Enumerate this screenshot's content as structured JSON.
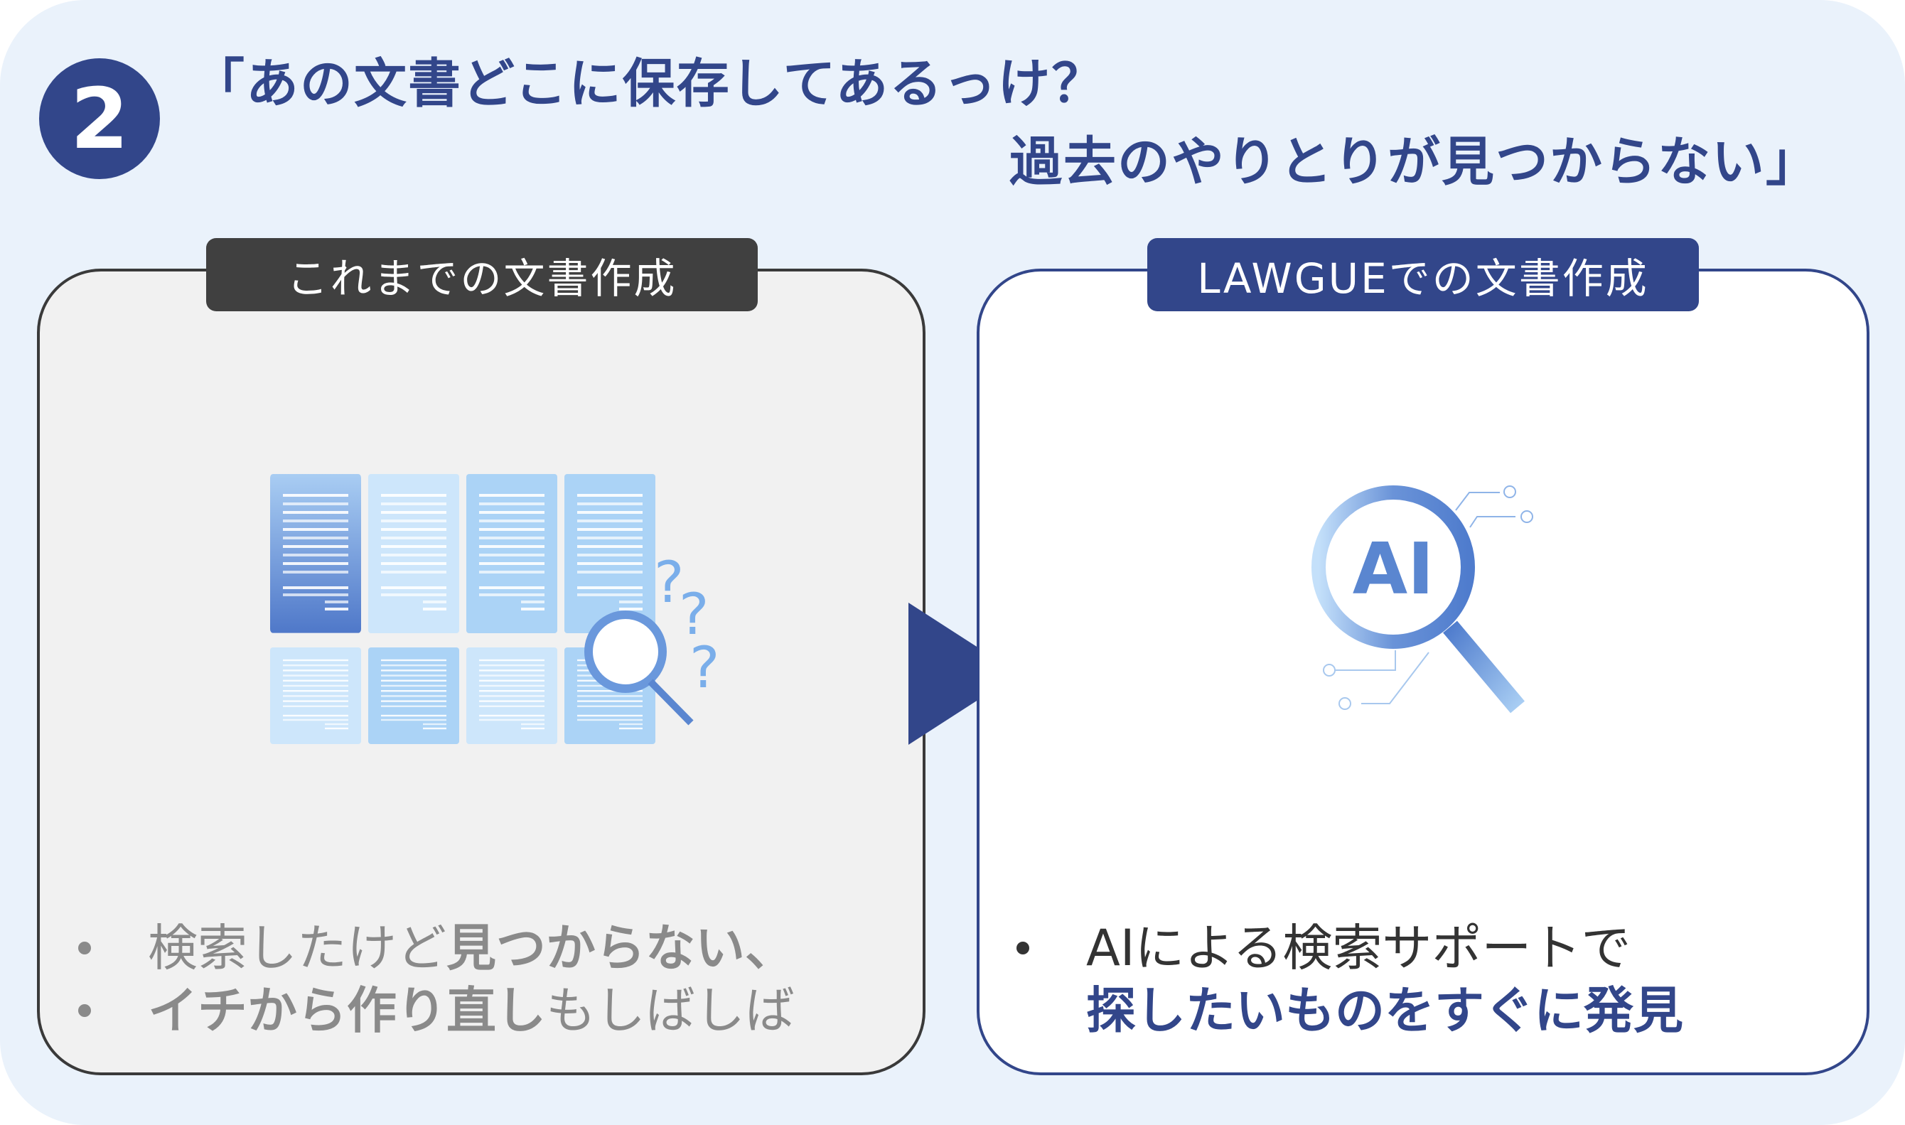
{
  "badge": {
    "number": "2"
  },
  "headline": {
    "line1": "「あの文書どこに保存してあるっけ？",
    "line2": "過去のやりとりが見つからない」"
  },
  "left_card": {
    "tag": "これまでの文書作成",
    "icon": "documents-grid-magnifier-question-icon",
    "bullets": [
      {
        "normal": "検索したけど",
        "bold": "見つからない、"
      },
      {
        "bold": "イチから作り直し",
        "normal": "もしばしば"
      }
    ]
  },
  "right_card": {
    "tag": "LAWGUEでの文書作成",
    "icon": "ai-magnifier-icon",
    "icon_text": "AI",
    "bullet_line1": "AIによる検索サポートで",
    "bullet_line2": "探したいものをすぐに発見"
  },
  "arrow": {
    "icon": "right-triangle-arrow-icon"
  },
  "colors": {
    "navy": "#32468a",
    "dark_tag": "#404040",
    "bg": "#eaf2fb",
    "gray_text": "#8a8a8a",
    "doc_blue": "#a9d0f5",
    "doc_dark": "#4f7acb"
  }
}
